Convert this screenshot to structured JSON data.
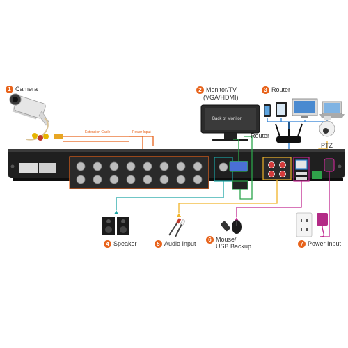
{
  "components": {
    "camera": {
      "number": "1",
      "label": "Camera"
    },
    "monitor": {
      "number": "2",
      "label_line1": "Monitor/TV",
      "label_line2": "(VGA/HDMI)",
      "screen_text": "Back of Monitor"
    },
    "router": {
      "number": "3",
      "label": "Router",
      "device_label": "Router"
    },
    "ptz": {
      "label": "PTZ"
    },
    "speaker": {
      "number": "4",
      "label": "Speaker"
    },
    "audio_input": {
      "number": "5",
      "label": "Audio Input"
    },
    "mouse": {
      "number": "6",
      "label_line1": "Mouse/",
      "label_line2": "USB Backup"
    },
    "power": {
      "number": "7",
      "label": "Power Input"
    }
  },
  "cable_labels": {
    "extension": "Extension Cable",
    "power_input": "Power Input"
  },
  "colors": {
    "accent": "#e8641c",
    "cable_orange": "#e8641c",
    "cable_green": "#2aa44a",
    "cable_teal": "#1aa3a3",
    "cable_yellow": "#f0b429",
    "cable_magenta": "#c0268f",
    "cable_blue": "#2d7fd3",
    "dvr_body": "#1a1a1a"
  }
}
